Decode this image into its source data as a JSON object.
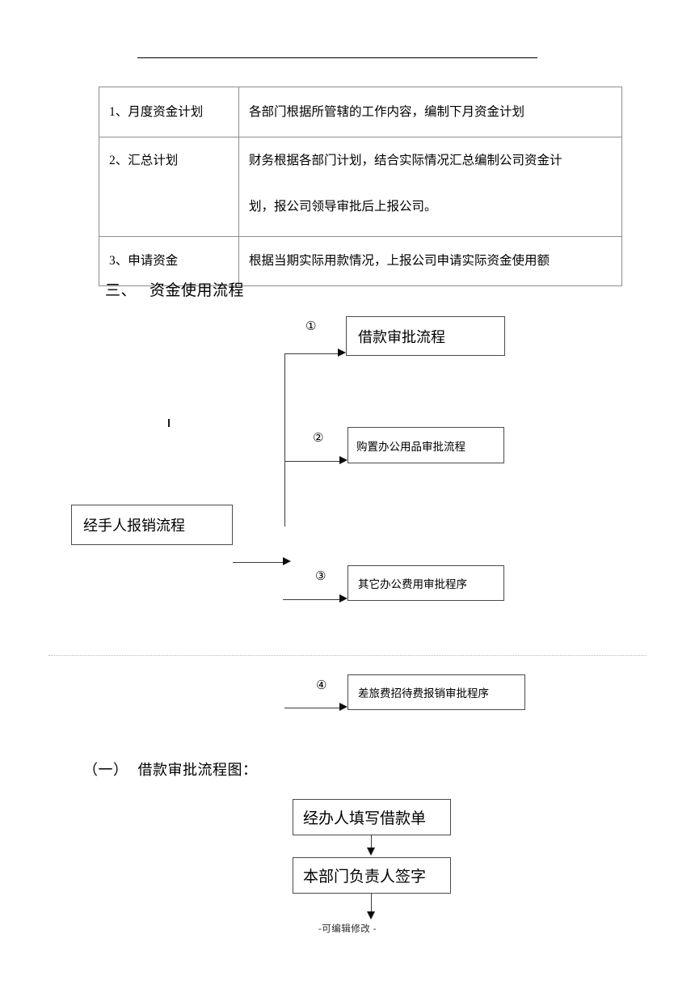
{
  "document": {
    "footer_note": "-可编辑修改 -"
  },
  "plan_table": {
    "rows": [
      {
        "label": "1、月度资金计划",
        "description": "各部门根据所管辖的工作内容，编制下月资金计划",
        "description_line2": ""
      },
      {
        "label": "2、汇总计划",
        "description": "财务根据各部门计划，结合实际情况汇总编制公司资金计",
        "description_line2": "划，报公司领导审批后上报公司。"
      },
      {
        "label": "3、申请资金",
        "description": "根据当期实际用款情况，上报公司申请实际资金使用额",
        "description_line2": ""
      }
    ]
  },
  "sections": {
    "section_three": {
      "number": "三、",
      "title": "资金使用流程"
    },
    "subsection_one": {
      "number": "（一）",
      "title": "借款审批流程图："
    }
  },
  "usage_flow": {
    "source_box": "经手人报销流程",
    "branches": [
      {
        "marker": "①",
        "label": "借款审批流程"
      },
      {
        "marker": "②",
        "label": "购置办公用品审批流程"
      },
      {
        "marker": "③",
        "label": "其它办公费用审批程序"
      },
      {
        "marker": "④",
        "label": "差旅费招待费报销审批程序"
      }
    ]
  },
  "loan_flow": {
    "steps": [
      {
        "label": "经办人填写借款单"
      },
      {
        "label": "本部门负责人签字"
      }
    ]
  }
}
